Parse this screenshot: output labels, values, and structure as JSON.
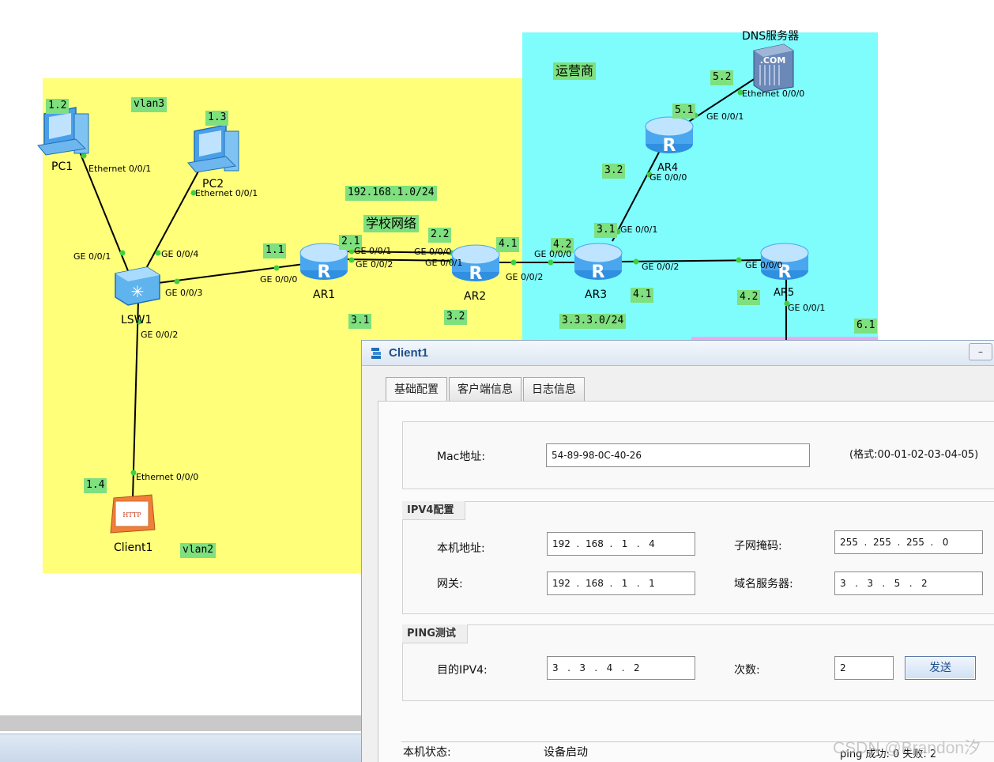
{
  "topology": {
    "zones": {
      "school": {
        "label": "学校网络",
        "subnet": "192.168.1.0/24",
        "color": "#ffff7a"
      },
      "isp": {
        "label": "运营商",
        "subnet": "3.3.3.0/24",
        "color": "#7ffcfc"
      },
      "vlan3": "vlan3",
      "vlan2": "vlan2"
    },
    "devices": {
      "pc1": "PC1",
      "pc2": "PC2",
      "lsw1": "LSW1",
      "client1": "Client1",
      "ar1": "AR1",
      "ar2": "AR2",
      "ar3": "AR3",
      "ar4": "AR4",
      "ar5": "AR5",
      "dns": "DNS服务器"
    },
    "ip_tags": {
      "pc1": "1.2",
      "pc2": "1.3",
      "client1": "1.4",
      "ar1_left": "1.1",
      "ar1_right": "2.1",
      "ar2_left": "2.2",
      "ar2_right": "4.1",
      "ar1_bottom": "3.1",
      "ar2_bottom": "3.2",
      "ar3_left": "4.2",
      "ar3_top": "3.1",
      "ar3_bottom": "4.1",
      "ar4_bottom": "3.2",
      "ar4_top": "5.1",
      "dns": "5.2",
      "ar5_left": "4.2",
      "ar5_right": "6.1"
    },
    "interfaces": {
      "pc1_eth": "Ethernet 0/0/1",
      "pc2_eth": "Ethernet 0/0/1",
      "lsw_ge1": "GE 0/0/1",
      "lsw_ge4": "GE 0/0/4",
      "lsw_ge3": "GE 0/0/3",
      "lsw_ge2": "GE 0/0/2",
      "client_eth": "Ethernet 0/0/0",
      "ar1_ge0": "GE 0/0/0",
      "ar1_ge1": "GE 0/0/1",
      "ar1_ge2": "GE 0/0/2",
      "ar2_ge0": "GE 0/0/0",
      "ar2_ge1": "GE 0/0/1",
      "ar2_ge2": "GE 0/0/2",
      "ar3_ge0": "GE 0/0/0",
      "ar3_ge1": "GE 0/0/1",
      "ar3_ge2": "GE 0/0/2",
      "ar4_ge0": "GE 0/0/0",
      "ar4_ge1": "GE 0/0/1",
      "ar5_ge0": "GE 0/0/0",
      "ar5_ge1": "GE 0/0/1",
      "dns_eth": "Ethernet 0/0/0"
    },
    "icon_text": {
      "router": "R",
      "dns": ".COM",
      "http": "HTTP"
    }
  },
  "window": {
    "title": "Client1",
    "minimize": "–",
    "tabs": [
      "基础配置",
      "客户端信息",
      "日志信息"
    ],
    "mac": {
      "label": "Mac地址:",
      "value": "54-89-98-0C-40-26",
      "hint": "(格式:00-01-02-03-04-05)"
    },
    "ipv4": {
      "section": "IPV4配置",
      "host_label": "本机地址:",
      "host_value": "192  .  168  .   1   .   4",
      "mask_label": "子网掩码:",
      "mask_value": "255  .  255  .  255  .   0",
      "gw_label": "网关:",
      "gw_value": "192  .  168  .   1   .   1",
      "dns_label": "域名服务器:",
      "dns_value": "3   .   3   .   5   .   2"
    },
    "ping": {
      "section": "PING测试",
      "target_label": "目的IPV4:",
      "target_value": "3   .   3   .   4   .   2",
      "count_label": "次数:",
      "count_value": "2",
      "send": "发送"
    },
    "status": {
      "label": "本机状态:",
      "value": "设备启动",
      "ping_result": "ping 成功: 0    失败: 2"
    }
  },
  "watermark": "CSDN @Brandon汐"
}
